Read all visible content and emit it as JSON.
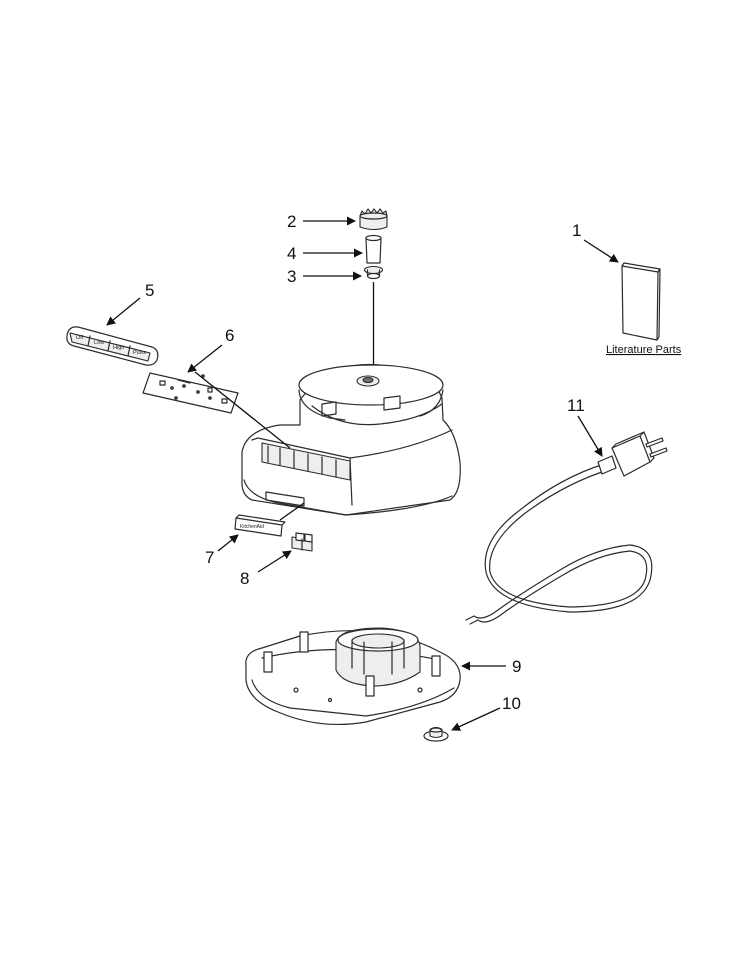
{
  "callouts": {
    "c1": "1",
    "c2": "2",
    "c3": "3",
    "c4": "4",
    "c5": "5",
    "c6": "6",
    "c7": "7",
    "c8": "8",
    "c9": "9",
    "c10": "10",
    "c11": "11"
  },
  "literature_label": "Literature Parts",
  "control_panel_buttons": [
    "Off",
    "Low",
    "High",
    "Pulse"
  ],
  "badge_text": "KitchenAid"
}
